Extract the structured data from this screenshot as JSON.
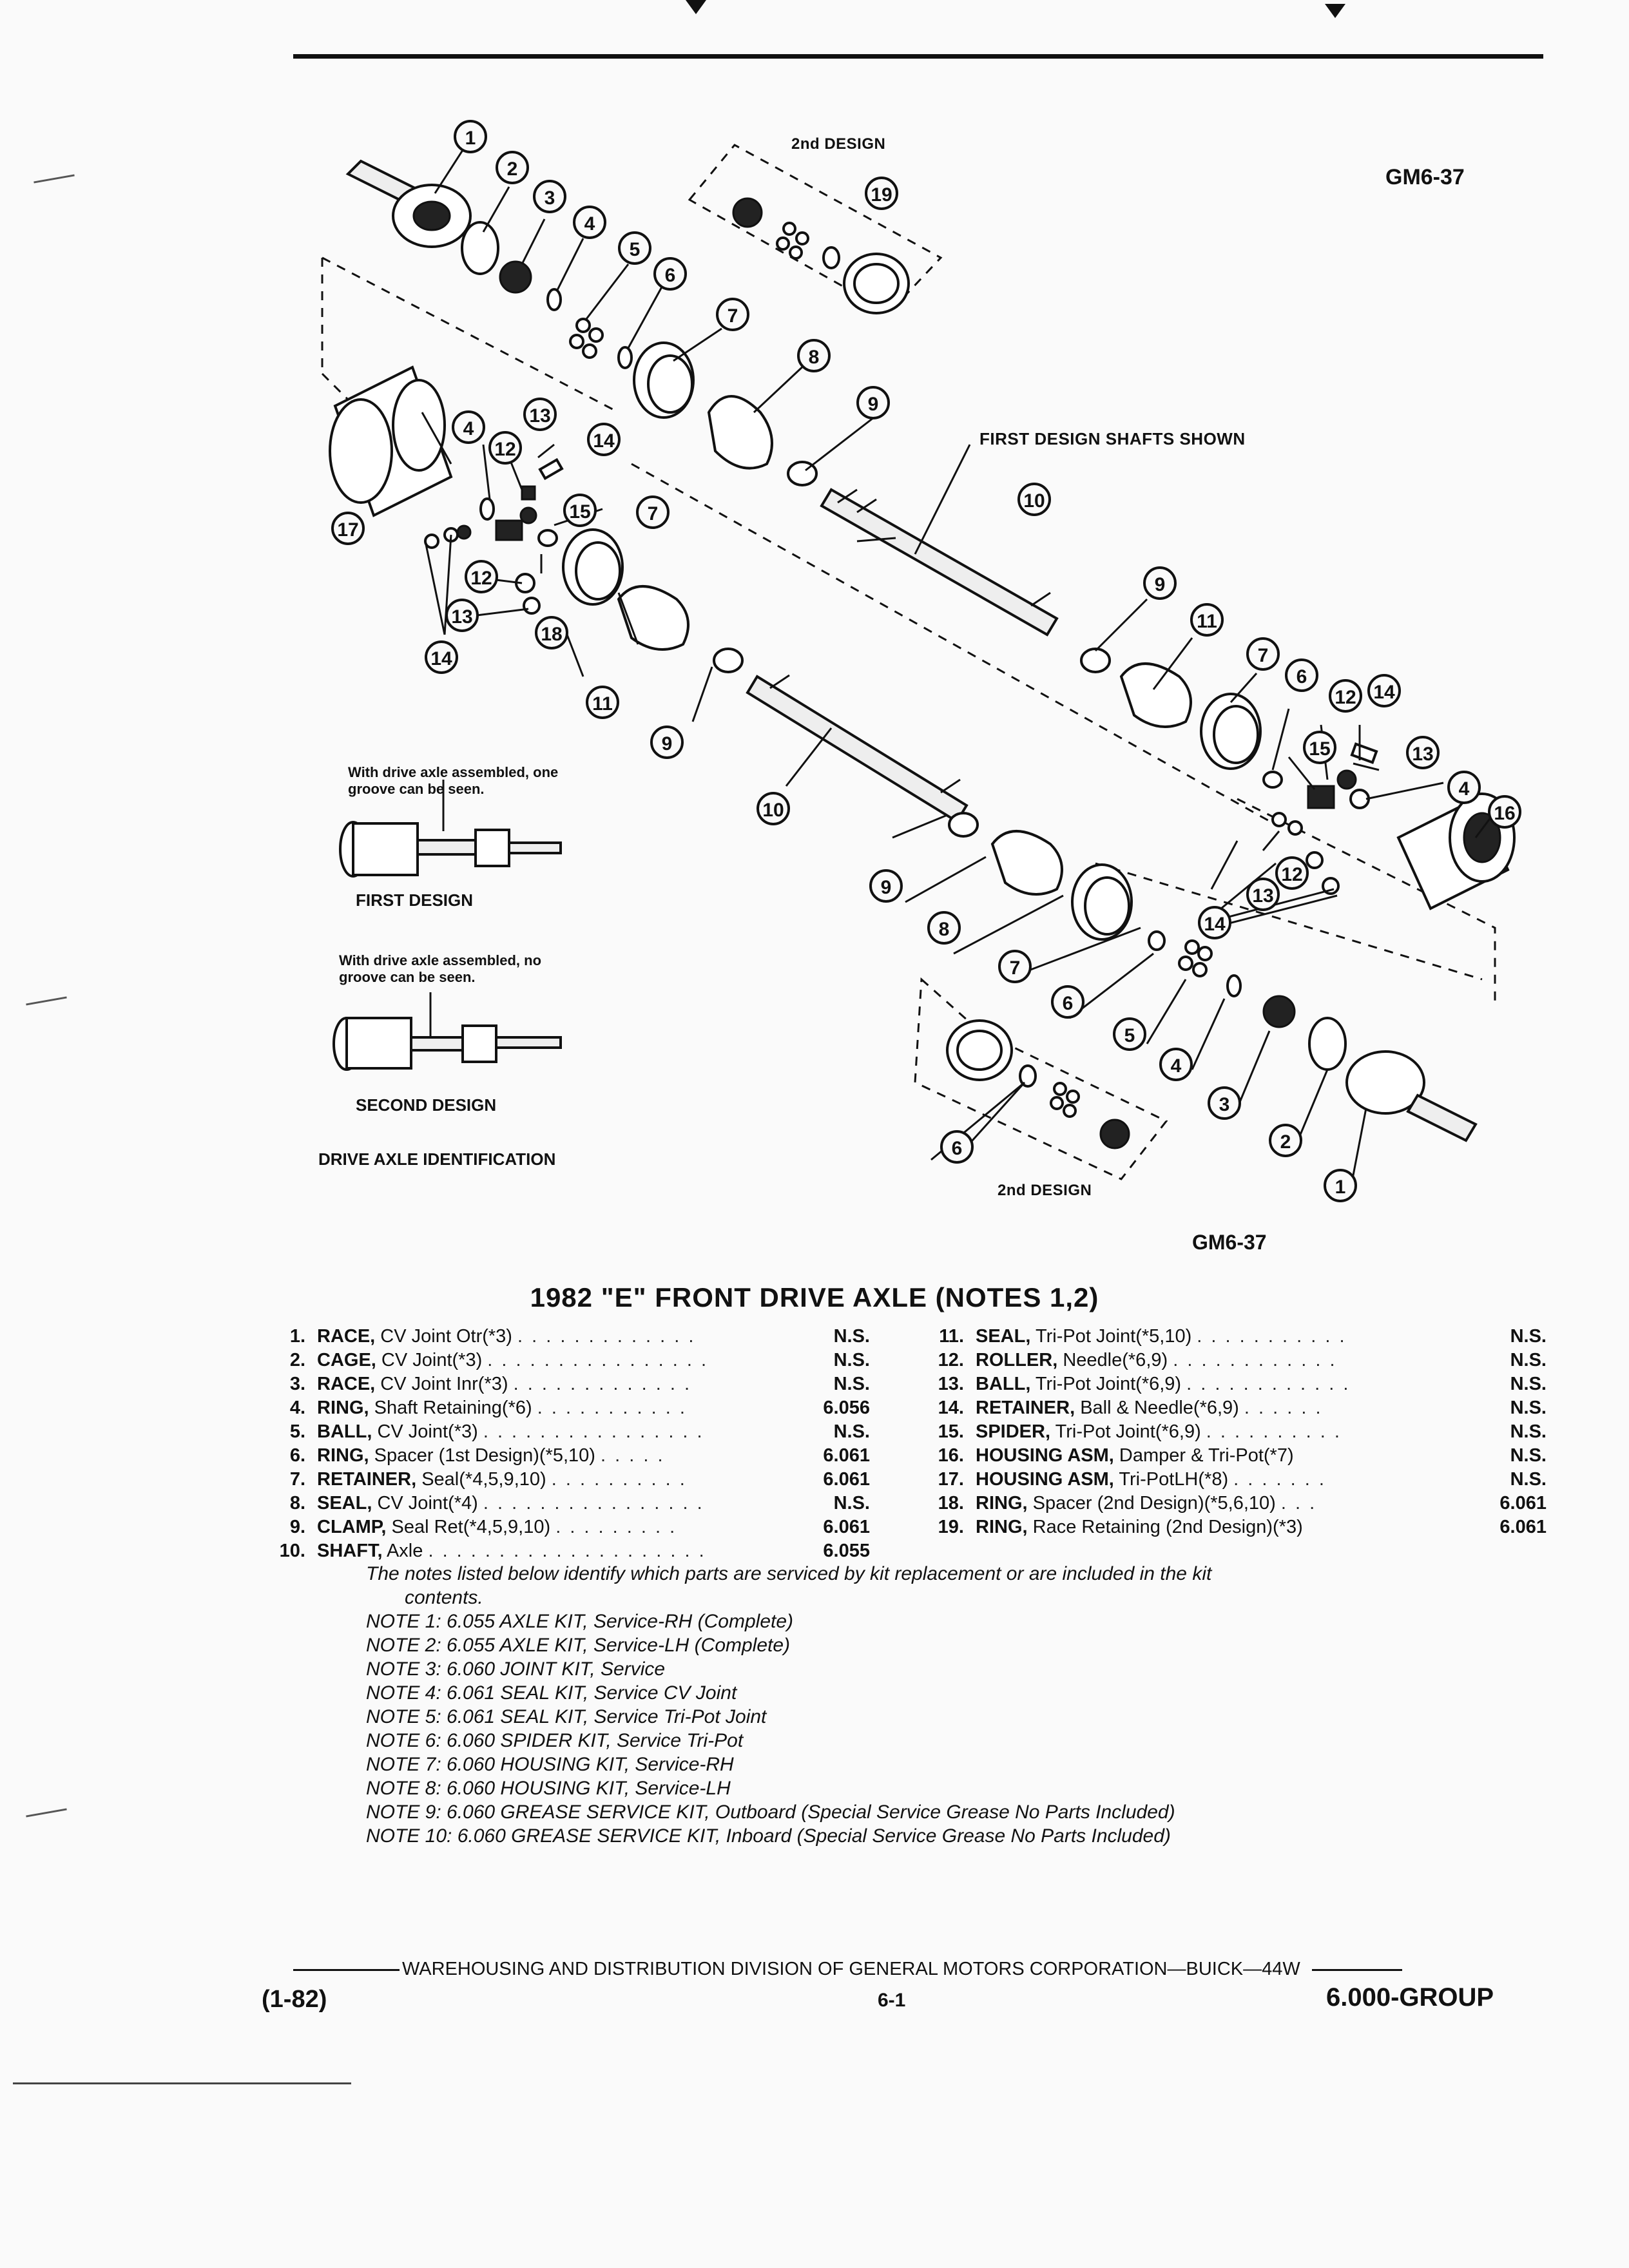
{
  "figure": {
    "code_top": "GM6-37",
    "code_bottom": "GM6-37",
    "second_design_label_top": "2nd DESIGN",
    "second_design_label_bottom": "2nd DESIGN",
    "first_design_shafts": "FIRST DESIGN SHAFTS SHOWN",
    "ident_first_caption": "With drive axle assembled, one groove can be seen.",
    "ident_first_label": "FIRST DESIGN",
    "ident_second_caption": "With drive axle assembled, no groove can be seen.",
    "ident_second_label": "SECOND DESIGN",
    "ident_title": "DRIVE AXLE IDENTIFICATION"
  },
  "catalog": {
    "title": "1982 \"E\" FRONT DRIVE AXLE (NOTES 1,2)",
    "left": [
      {
        "num": "1.",
        "name": "RACE,",
        "desc": "CV Joint Otr(*3)",
        "dots": ". . . . . . . . . . . . .",
        "value": "N.S."
      },
      {
        "num": "2.",
        "name": "CAGE,",
        "desc": "CV Joint(*3)",
        "dots": ". . . . . . . . . . . . . . . .",
        "value": "N.S."
      },
      {
        "num": "3.",
        "name": "RACE,",
        "desc": "CV Joint Inr(*3)",
        "dots": ". . . . . . . . . . . . .",
        "value": "N.S."
      },
      {
        "num": "4.",
        "name": "RING,",
        "desc": "Shaft Retaining(*6)",
        "dots": ". . . . . . . . . . .",
        "value": "6.056"
      },
      {
        "num": "5.",
        "name": "BALL,",
        "desc": "CV Joint(*3)",
        "dots": ". . . . . . . . . . . . . . . .",
        "value": "N.S."
      },
      {
        "num": "6.",
        "name": "RING,",
        "desc": "Spacer (1st Design)(*5,10)",
        "dots": ". . . . .",
        "value": "6.061"
      },
      {
        "num": "7.",
        "name": "RETAINER,",
        "desc": "Seal(*4,5,9,10)",
        "dots": ". . . . . . . . . .",
        "value": "6.061"
      },
      {
        "num": "8.",
        "name": "SEAL,",
        "desc": "CV Joint(*4)",
        "dots": ". . . . . . . . . . . . . . . .",
        "value": "N.S."
      },
      {
        "num": "9.",
        "name": "CLAMP,",
        "desc": "Seal Ret(*4,5,9,10)",
        "dots": ". . . . . . . . .",
        "value": "6.061"
      },
      {
        "num": "10.",
        "name": "SHAFT,",
        "desc": "Axle",
        "dots": ". . . . . . . . . . . . . . . . . . . .",
        "value": "6.055"
      }
    ],
    "right": [
      {
        "num": "11.",
        "name": "SEAL,",
        "desc": "Tri-Pot Joint(*5,10)",
        "dots": ". . . . . . . . . . .",
        "value": "N.S."
      },
      {
        "num": "12.",
        "name": "ROLLER,",
        "desc": "Needle(*6,9)",
        "dots": ". . . . . . . . . . . .",
        "value": "N.S."
      },
      {
        "num": "13.",
        "name": "BALL,",
        "desc": "Tri-Pot Joint(*6,9)",
        "dots": ". . . . . . . . . . . .",
        "value": "N.S."
      },
      {
        "num": "14.",
        "name": "RETAINER,",
        "desc": "Ball & Needle(*6,9)",
        "dots": ". . . . . .",
        "value": "N.S."
      },
      {
        "num": "15.",
        "name": "SPIDER,",
        "desc": "Tri-Pot Joint(*6,9)",
        "dots": ". . . . . . . . . .",
        "value": "N.S."
      },
      {
        "num": "16.",
        "name": "HOUSING ASM,",
        "desc": "Damper & Tri-Pot(*7)",
        "dots": "",
        "value": "N.S."
      },
      {
        "num": "17.",
        "name": "HOUSING ASM,",
        "desc": "Tri-PotLH(*8)",
        "dots": ". . . . . . .",
        "value": "N.S."
      },
      {
        "num": "18.",
        "name": "RING,",
        "desc": "Spacer (2nd Design)(*5,6,10)",
        "dots": ". . .",
        "value": "6.061"
      },
      {
        "num": "19.",
        "name": "RING,",
        "desc": "Race Retaining (2nd Design)(*3)",
        "dots": "",
        "value": "6.061"
      }
    ]
  },
  "notes": {
    "intro": "The notes listed below identify which parts are serviced by kit replacement or are included in the kit",
    "intro_cont": "contents.",
    "lines": [
      "NOTE 1: 6.055 AXLE KIT, Service-RH (Complete)",
      "NOTE 2: 6.055 AXLE KIT, Service-LH (Complete)",
      "NOTE 3: 6.060 JOINT KIT, Service",
      "NOTE 4: 6.061 SEAL KIT, Service CV Joint",
      "NOTE 5: 6.061 SEAL KIT, Service Tri-Pot Joint",
      "NOTE 6: 6.060 SPIDER KIT, Service Tri-Pot",
      "NOTE 7: 6.060 HOUSING KIT, Service-RH",
      "NOTE 8: 6.060 HOUSING KIT, Service-LH",
      "NOTE 9: 6.060 GREASE SERVICE KIT, Outboard (Special Service Grease No Parts Included)",
      "NOTE 10: 6.060 GREASE SERVICE KIT, Inboard (Special Service Grease No Parts Included)"
    ]
  },
  "footer": {
    "division": "WAREHOUSING AND DISTRIBUTION  DIVISION OF GENERAL MOTORS CORPORATION—BUICK—44W",
    "date": "(1-82)",
    "page": "6-1",
    "group": "6.000-GROUP"
  }
}
